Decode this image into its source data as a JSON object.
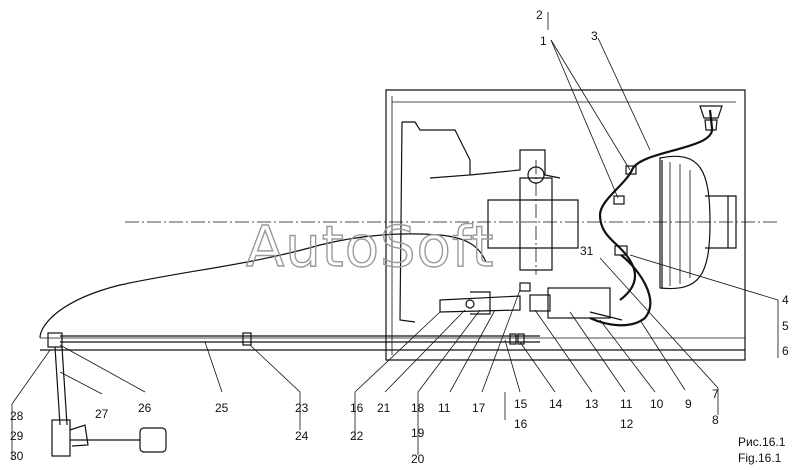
{
  "watermark": "AutoSoft",
  "figure": {
    "caption_ru": "Рис.16.1",
    "caption_en": "Fig.16.1"
  },
  "callouts": {
    "c1": "1",
    "c2": "2",
    "c3": "3",
    "c4": "4",
    "c5": "5",
    "c6": "6",
    "c7": "7",
    "c8": "8",
    "c9": "9",
    "c10": "10",
    "c11a": "11",
    "c11b": "11",
    "c12": "12",
    "c13": "13",
    "c14": "14",
    "c15": "15",
    "c16a": "16",
    "c16b": "16",
    "c17": "17",
    "c18": "18",
    "c19": "19",
    "c20": "20",
    "c21": "21",
    "c22": "22",
    "c23": "23",
    "c24": "24",
    "c25": "25",
    "c26": "26",
    "c27": "27",
    "c28": "28",
    "c29": "29",
    "c30": "30",
    "c31": "31"
  }
}
